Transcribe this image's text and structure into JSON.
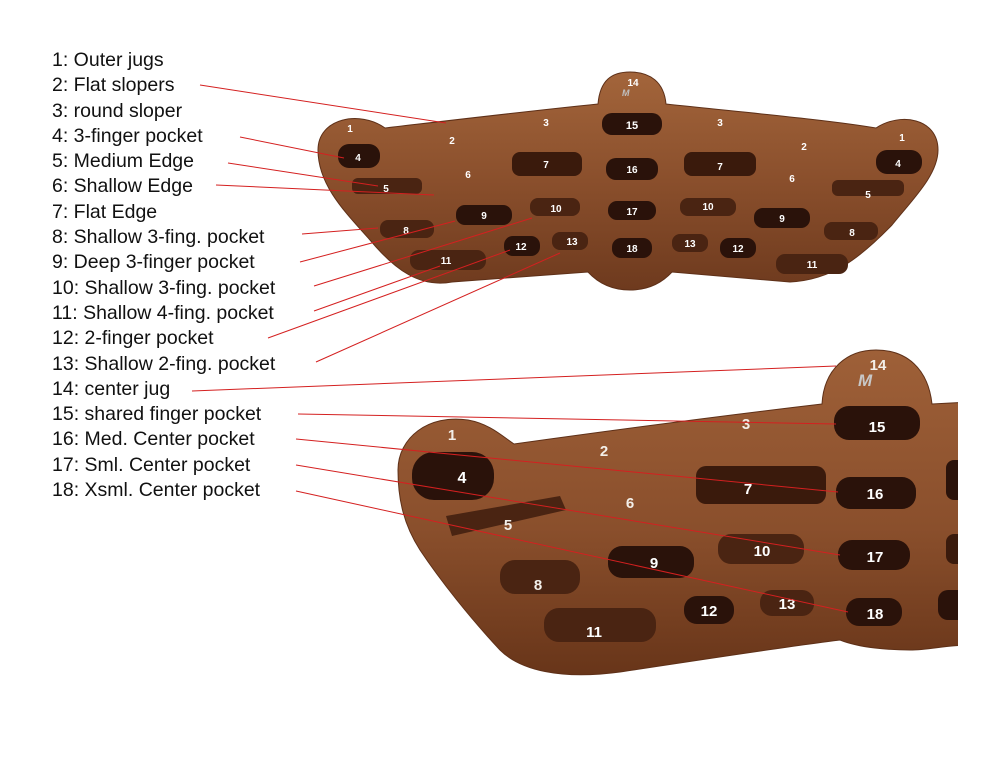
{
  "legend": [
    "1: Outer jugs",
    "2: Flat slopers",
    "3: round sloper",
    "4: 3-finger pocket",
    "5: Medium Edge",
    "6: Shallow Edge",
    "7: Flat Edge",
    "8: Shallow 3-fing. pocket",
    "9:  Deep 3-finger pocket",
    "10: Shallow 3-fing. pocket",
    "11: Shallow 4-fing. pocket",
    "12: 2-finger pocket",
    "13: Shallow 2-fing. pocket",
    "14: center jug",
    "15: shared finger pocket",
    "16: Med. Center pocket",
    "17: Sml. Center pocket",
    "18: Xsml. Center pocket"
  ],
  "hold_numbers": {
    "n1": "1",
    "n2": "2",
    "n3": "3",
    "n4": "4",
    "n5": "5",
    "n6": "6",
    "n7": "7",
    "n8": "8",
    "n9": "9",
    "n10": "10",
    "n11": "11",
    "n12": "12",
    "n13": "13",
    "n14": "14",
    "n15": "15",
    "n16": "16",
    "n17": "17",
    "n18": "18"
  },
  "colors": {
    "board": "#8a4f2c",
    "board_dark": "#6e3a1e",
    "pocket": "#2a120a",
    "leader_line": "#d42020"
  }
}
